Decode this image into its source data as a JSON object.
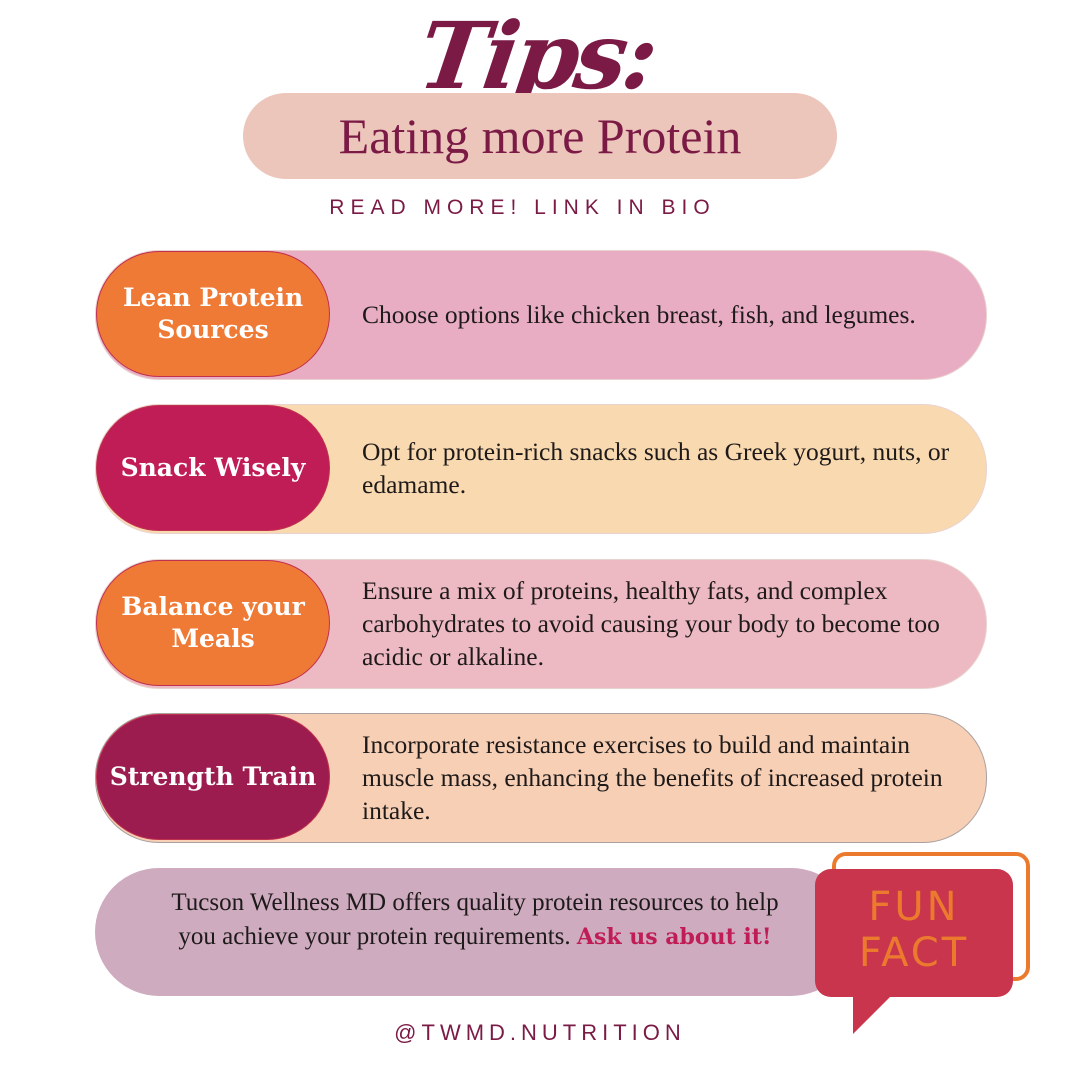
{
  "header": {
    "title": "Tips:",
    "subtitle": "Eating more Protein",
    "cta": "READ MORE! LINK IN BIO"
  },
  "tips": [
    {
      "label": "Lean Protein Sources",
      "text": "Choose options like chicken breast, fish, and legumes.",
      "label_color": "#ee7a35",
      "bg_color": "#e8adc3"
    },
    {
      "label": "Snack Wisely",
      "text": "Opt for protein-rich snacks such as Greek yogurt, nuts, or edamame.",
      "label_color": "#c01c55",
      "bg_color": "#f9d9b0"
    },
    {
      "label": "Balance your Meals",
      "text": "Ensure a mix of proteins, healthy fats, and complex carbohydrates to avoid causing your body to become too acidic or alkaline.",
      "label_color": "#ee7a35",
      "bg_color": "#edb9c2"
    },
    {
      "label": "Strength Train",
      "text": "Incorporate resistance exercises to build and maintain muscle mass, enhancing the benefits of increased protein intake.",
      "label_color": "#9c1c4f",
      "bg_color": "#f7cfb4"
    }
  ],
  "fun_fact": {
    "text": "Tucson Wellness MD offers quality protein resources to help you achieve your protein requirements.",
    "highlight": "Ask us about it!",
    "badge_line1": "FUN",
    "badge_line2": "FACT"
  },
  "footer": {
    "handle": "@TWMD.NUTRITION"
  }
}
